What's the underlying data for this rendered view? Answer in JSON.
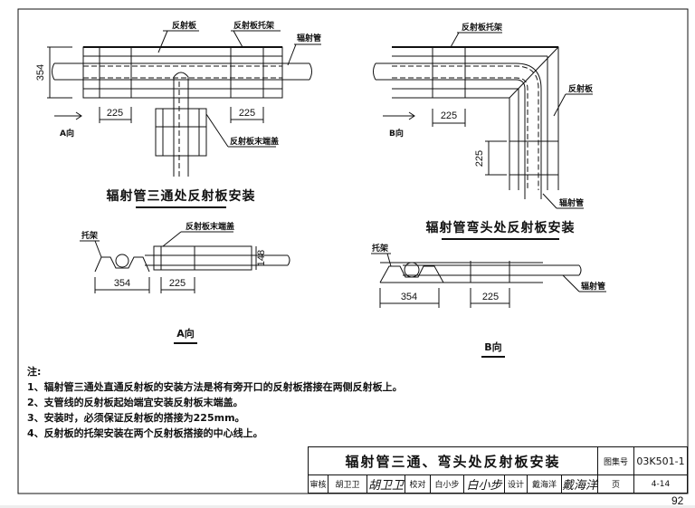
{
  "drawing_tee": {
    "labels": {
      "reflector": "反射板",
      "bracket": "反射板托架",
      "pipe": "辐射管",
      "end_cap": "反射板末端盖"
    },
    "dims": {
      "height": "354",
      "overlap_left": "225",
      "overlap_right": "225"
    },
    "view": "A向",
    "title": "辐射管三通处反射板安装"
  },
  "drawing_elbow": {
    "labels": {
      "bracket": "反射板托架",
      "reflector": "反射板",
      "pipe": "辐射管"
    },
    "dims": {
      "overlap_h": "225",
      "overlap_v": "225"
    },
    "view": "B向",
    "title": "辐射管弯头处反射板安装"
  },
  "view_a": {
    "labels": {
      "support": "托架",
      "end_cap": "反射板末端盖"
    },
    "dims": {
      "width": "354",
      "overlap": "225",
      "height": "148"
    },
    "title": "A向"
  },
  "view_b": {
    "labels": {
      "support": "托架",
      "pipe": "辐射管"
    },
    "dims": {
      "width": "354",
      "overlap": "225"
    },
    "title": "B向"
  },
  "notes": {
    "heading": "注:",
    "items": [
      "1、辐射管三通处直通反射板的安装方法是将有旁开口的反射板搭接在两侧反射板上。",
      "2、支管线的反射板起始端宜安装反射板末端盖。",
      "3、安装时，必须保证反射板的搭接为225mm。",
      "4、反射板的托架安装在两个反射板搭接的中心线上。"
    ]
  },
  "title_block": {
    "title": "辐射管三通、弯头处反射板安装",
    "atlas_label": "图集号",
    "atlas_no": "03K501-1",
    "review_label": "审核",
    "reviewer": "胡卫卫",
    "reviewer_sig": "胡卫卫",
    "check_label": "校对",
    "checker": "白小步",
    "checker_sig": "白小步",
    "design_label": "设计",
    "designer": "戴海洋",
    "designer_sig": "戴海洋",
    "page_label": "页",
    "page": "4-14"
  },
  "page_number": "92"
}
